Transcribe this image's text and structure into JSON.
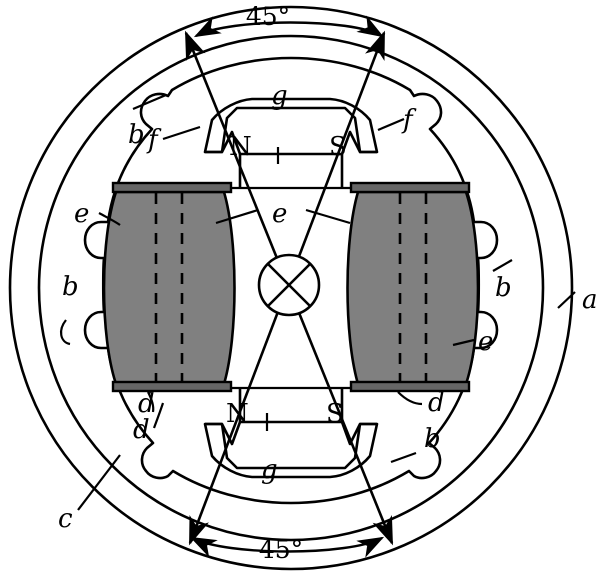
{
  "figure": {
    "type": "patent-cross-section",
    "subject": "electric machine cross section",
    "colors": {
      "line": "#000000",
      "coil_fill": "#808080",
      "flange_fill": "#666666",
      "background": "#ffffff"
    }
  },
  "labels": {
    "outer_circle": "a",
    "frame_left": "b",
    "frame_right": "b",
    "frame_top_left": "b",
    "frame_bottom_right": "b",
    "housing": "c",
    "flange_left": "d",
    "flange_left_lower": "d",
    "flange_right": "d",
    "coil_left": "e",
    "coil_center": "e",
    "coil_right": "e",
    "pole_shoe_left": "f",
    "pole_shoe_left_outer": "f",
    "pole_shoe_right": "f",
    "gap_top": "g",
    "gap_bottom": "g"
  },
  "poles": {
    "top": {
      "left": "N",
      "right": "S"
    },
    "bottom": {
      "left": "N",
      "right": "S"
    }
  },
  "angles": {
    "top": "45°",
    "bottom": "45°"
  }
}
